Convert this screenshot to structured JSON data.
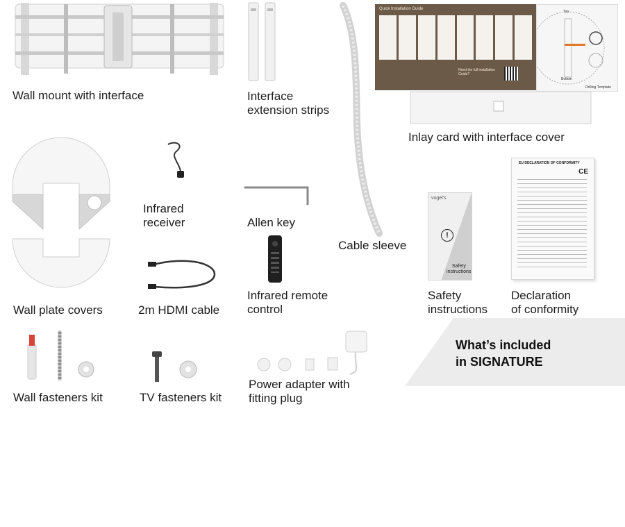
{
  "items": {
    "wall_mount": "Wall mount with interface",
    "interface_strips_1": "Interface",
    "interface_strips_2": "extension strips",
    "inlay_card": "Inlay card with interface cover",
    "infrared_receiver_1": "Infrared",
    "infrared_receiver_2": "receiver",
    "allen_key": "Allen key",
    "cable_sleeve": "Cable sleeve",
    "wall_plate_covers": "Wall plate covers",
    "hdmi_cable": "2m HDMI cable",
    "remote_1": "Infrared remote",
    "remote_2": "control",
    "safety_1": "Safety",
    "safety_2": "instructions",
    "declaration_1": "Declaration",
    "declaration_2": "of conformity",
    "wall_fasteners": "Wall fasteners kit",
    "tv_fasteners": "TV fasteners kit",
    "power_adapter_1": "Power adapter with",
    "power_adapter_2": "fitting plug"
  },
  "card": {
    "guide_title": "Quick Installation Guide",
    "guide_question": "Need the full installation Guide?",
    "template_top": "Top",
    "template_bottom": "Bottom",
    "template_label": "Drilling Template"
  },
  "booklet": {
    "brand": "vogel's",
    "title_1": "Safety",
    "title_2": "instructions"
  },
  "declaration_doc": {
    "title": "EU DECLARATION OF CONFORMITY",
    "mark": "CE"
  },
  "banner": {
    "line1": "What’s included",
    "line2": "in SIGNATURE"
  },
  "colors": {
    "card_brown": "#6b5a48",
    "banner_bg": "#ececec",
    "accent_orange": "#e0782a",
    "plug_red": "#d9443a"
  }
}
